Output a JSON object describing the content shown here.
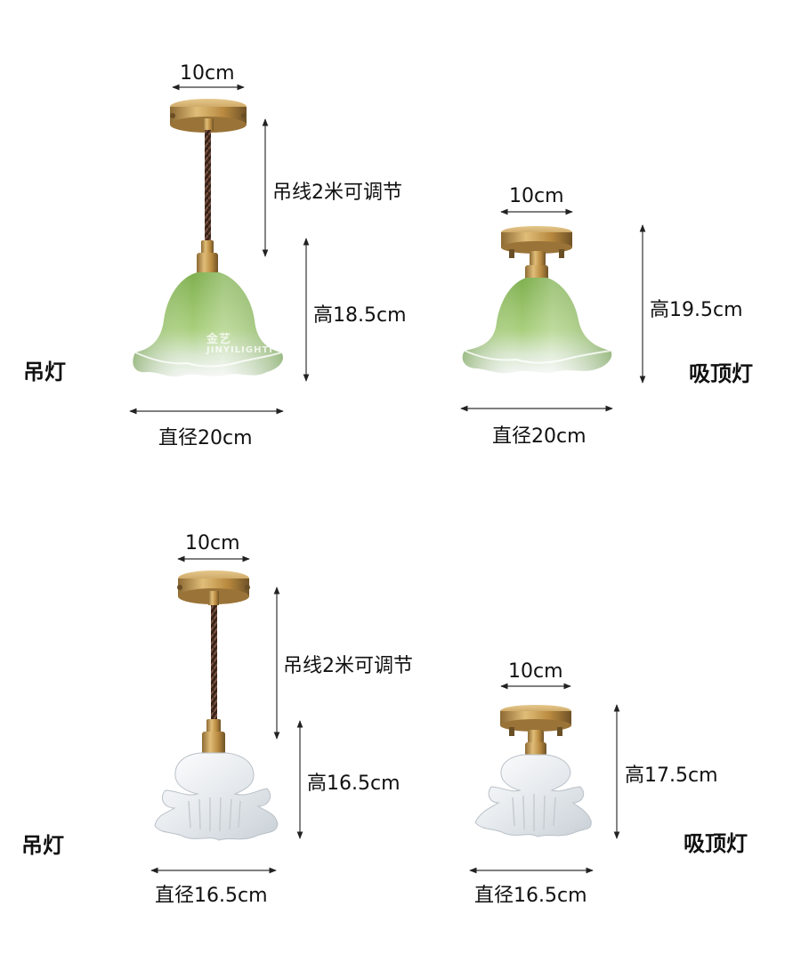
{
  "colors": {
    "brass": "#c79a52",
    "green_glass": "#8fbf62",
    "white_glass": "#eef1f3",
    "cord": "#4a2e22"
  },
  "watermark": {
    "line1": "金艺",
    "line2": "JINYILIGHTI"
  },
  "products": [
    {
      "type_label": "吊灯",
      "canopy_width": "10cm",
      "cord_note": "吊线2米可调节",
      "height": "高18.5cm",
      "diameter": "直径20cm",
      "shade_icon": "green-tulip-shade-icon"
    },
    {
      "type_label": "吸顶灯",
      "canopy_width": "10cm",
      "height": "高19.5cm",
      "diameter": "直径20cm",
      "shade_icon": "green-tulip-shade-icon"
    },
    {
      "type_label": "吊灯",
      "canopy_width": "10cm",
      "cord_note": "吊线2米可调节",
      "height": "高16.5cm",
      "diameter": "直径16.5cm",
      "shade_icon": "white-ruffled-shade-icon"
    },
    {
      "type_label": "吸顶灯",
      "canopy_width": "10cm",
      "height": "高17.5cm",
      "diameter": "直径16.5cm",
      "shade_icon": "white-ruffled-shade-icon"
    }
  ]
}
